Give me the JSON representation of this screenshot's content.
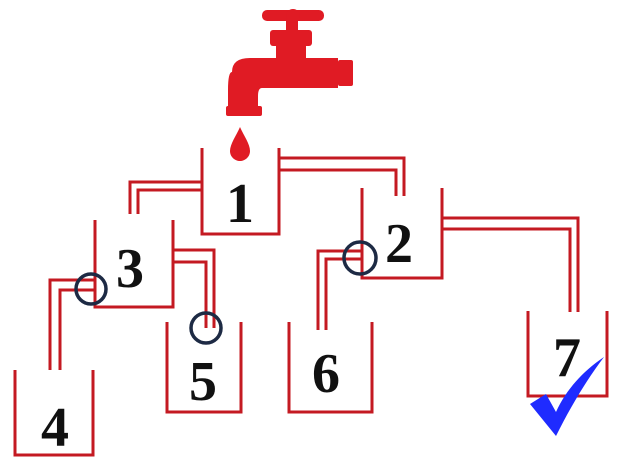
{
  "diagram": {
    "colors": {
      "pipe": "#c41a22",
      "faucet": "#e01b24",
      "label": "#111111",
      "ring": "#1d2a44",
      "check": "#1f2bff"
    },
    "icons": {
      "faucet": "faucet-icon",
      "drop": "water-drop-icon",
      "check": "checkmark-icon",
      "clog": "blocked-circle-icon"
    },
    "containers": [
      {
        "id": "1",
        "label": "1"
      },
      {
        "id": "2",
        "label": "2"
      },
      {
        "id": "3",
        "label": "3"
      },
      {
        "id": "4",
        "label": "4"
      },
      {
        "id": "5",
        "label": "5"
      },
      {
        "id": "6",
        "label": "6"
      },
      {
        "id": "7",
        "label": "7"
      }
    ]
  }
}
